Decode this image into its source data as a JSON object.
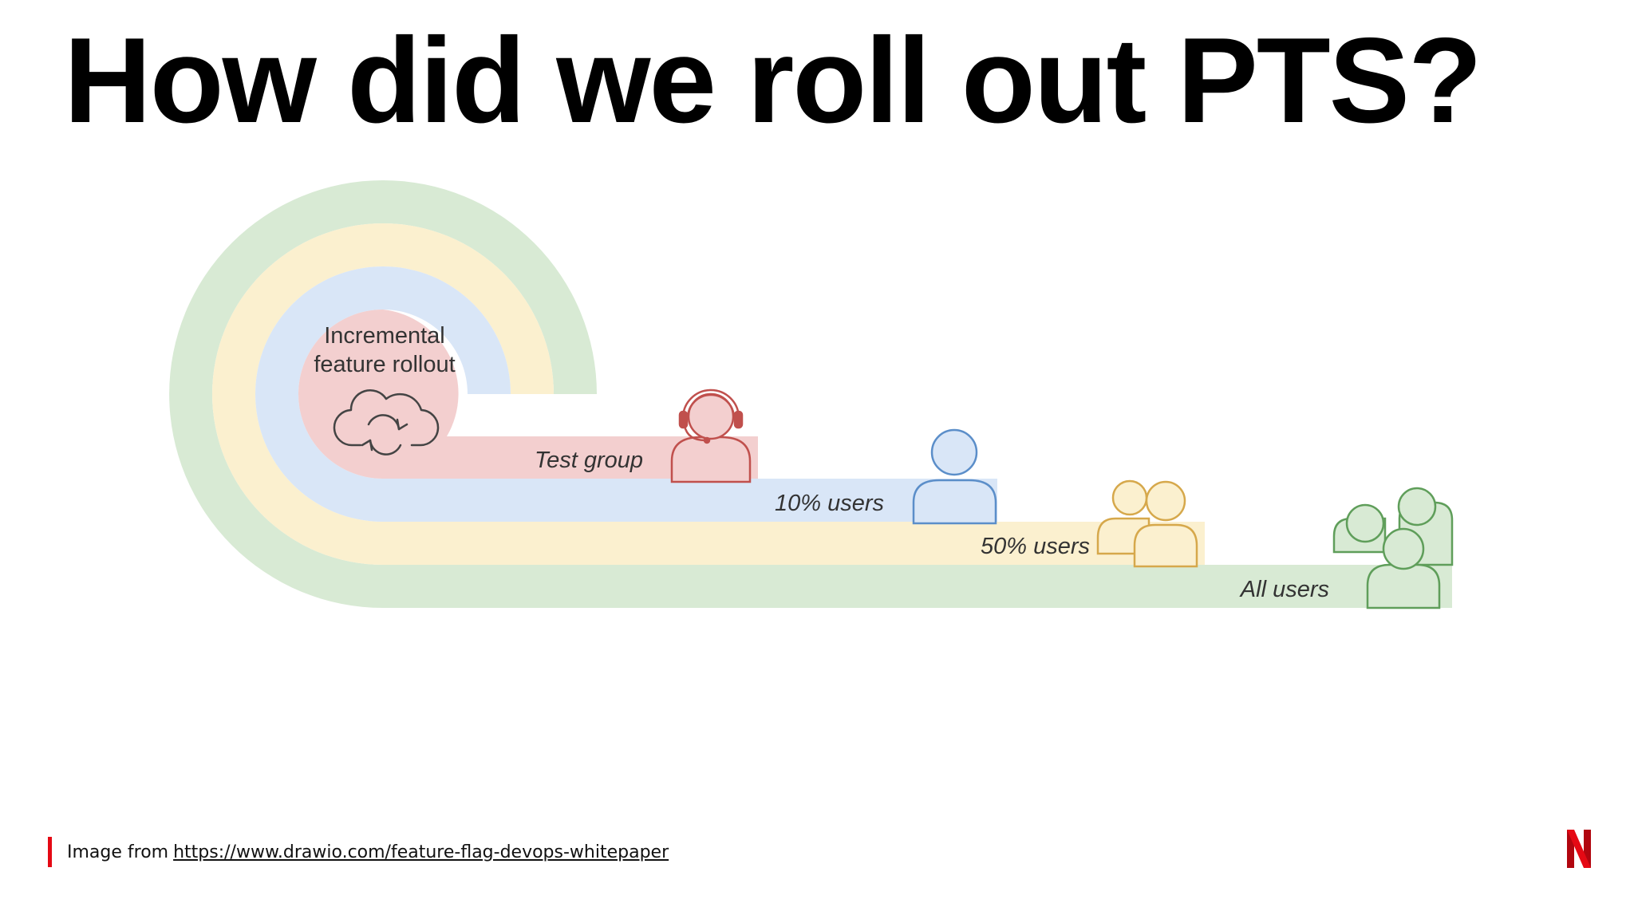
{
  "title": "How did we roll out PTS?",
  "diagram": {
    "center_label_line1": "Incremental",
    "center_label_line2": "feature rollout",
    "center_icon": "cloud-sync-icon",
    "stages": [
      {
        "label": "Test group",
        "icon": "support-agent-icon",
        "color": "#f3cfcf",
        "stroke": "#c0504d"
      },
      {
        "label": "10% users",
        "icon": "single-user-icon",
        "color": "#d9e6f7",
        "stroke": "#5b8ec9"
      },
      {
        "label": "50% users",
        "icon": "two-users-icon",
        "color": "#fbf0cf",
        "stroke": "#d6a84b"
      },
      {
        "label": "All users",
        "icon": "user-group-icon",
        "color": "#d8ead4",
        "stroke": "#5f9e5a"
      }
    ]
  },
  "footer": {
    "prefix": "Image from",
    "link_text": "https://www.drawio.com/feature-flag-devops-whitepaper"
  },
  "brand": {
    "logo_icon": "netflix-n-logo",
    "accent_color": "#e50914"
  }
}
